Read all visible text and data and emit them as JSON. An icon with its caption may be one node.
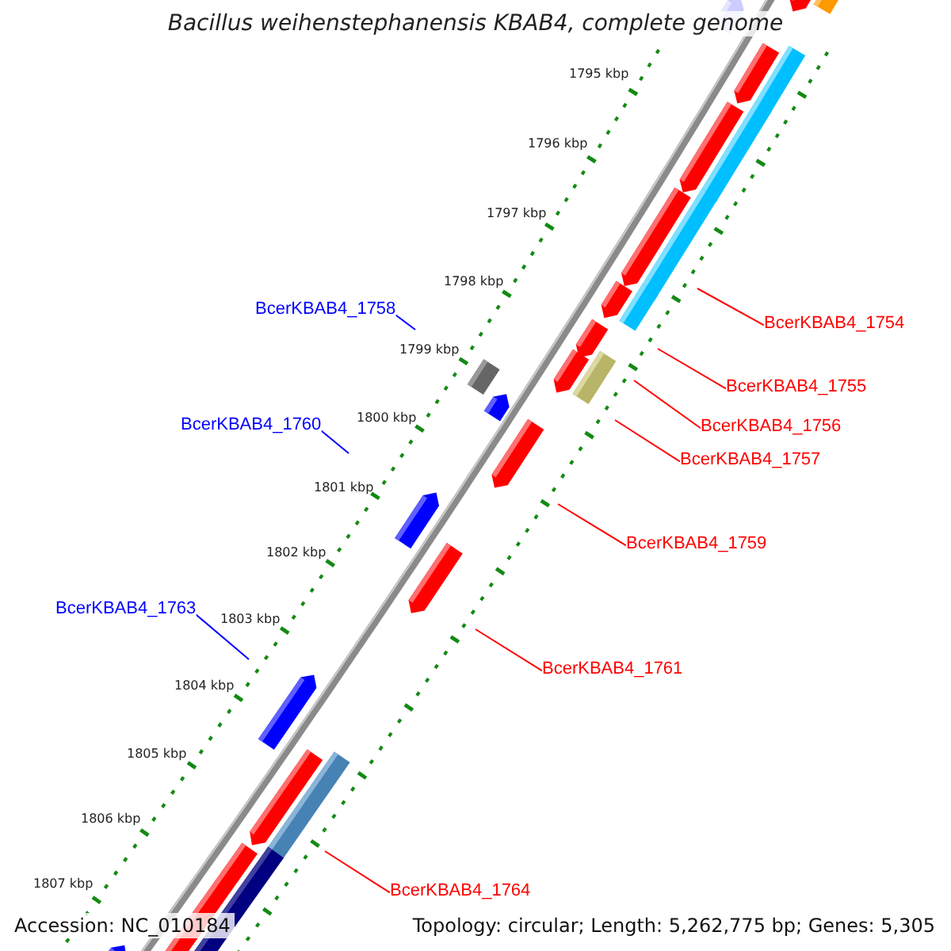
{
  "diagram": {
    "title": "Bacillus weihenstephanensis KBAB4, complete genome",
    "nodes": [
      {
        "text": [
          "BcerKBAB4_1758"
        ]
      },
      {
        "text": [
          "BcerKBAB4_1754"
        ]
      },
      {
        "text": [
          "BcerKBAB4_1755"
        ]
      },
      {
        "text": [
          "BcerKBAB4_1760"
        ]
      },
      {
        "text": [
          "BcerKBAB4_1756"
        ]
      },
      {
        "text": [
          "BcerKBAB4_1757"
        ]
      },
      {
        "text": [
          "BcerKBAB4_1759"
        ]
      },
      {
        "text": [
          "BcerKBAB4_1763"
        ]
      },
      {
        "text": [
          "BcerKBAB4_1761"
        ]
      },
      {
        "text": [
          "BcerKBAB4_1764"
        ]
      }
    ],
    "edges": [
      {
        "from": 0,
        "to": null,
        "arrow": "none",
        "color": "#0000ff"
      },
      {
        "from": 1,
        "to": null,
        "arrow": "none"
      },
      {
        "from": 2,
        "to": null,
        "arrow": "none"
      },
      {
        "from": 3,
        "to": null,
        "arrow": "none",
        "color": "#0000ff"
      },
      {
        "from": 4,
        "to": null,
        "arrow": "none"
      },
      {
        "from": 5,
        "to": null,
        "arrow": "none"
      },
      {
        "from": 6,
        "to": null,
        "arrow": "none"
      },
      {
        "from": 7,
        "to": null,
        "arrow": "none",
        "color": "#0000ff"
      },
      {
        "from": 8,
        "to": null,
        "arrow": "none"
      },
      {
        "from": 9,
        "to": null,
        "arrow": "none"
      }
    ],
    "labels": [
      "1795 kbp",
      "1796 kbp",
      "1797 kbp",
      "1798 kbp",
      "1799 kbp",
      "1800 kbp",
      "1801 kbp",
      "1802 kbp",
      "1803 kbp",
      "1804 kbp",
      "1805 kbp",
      "1806 kbp",
      "1807 kbp",
      "Accession: NC_010184",
      "Topology: circular; Length: 5,262,775 bp; Genes: 5,305"
    ]
  }
}
